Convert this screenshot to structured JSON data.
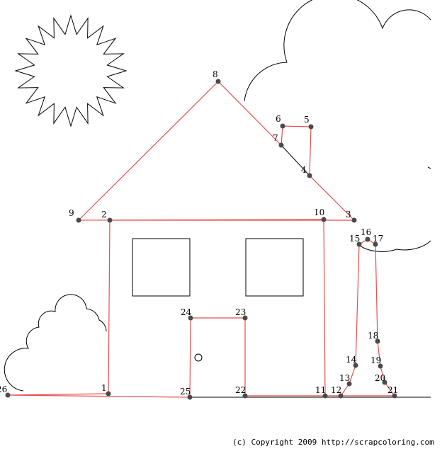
{
  "copyright": "(c) Copyright 2009 http://scrapcoloring.com",
  "colors": {
    "line": "#e03030",
    "dot": "#4a4a4a",
    "outline": "#000000"
  },
  "dots": [
    {
      "n": "1"
    },
    {
      "n": "2"
    },
    {
      "n": "3"
    },
    {
      "n": "4"
    },
    {
      "n": "5"
    },
    {
      "n": "6"
    },
    {
      "n": "7"
    },
    {
      "n": "8"
    },
    {
      "n": "9"
    },
    {
      "n": "10"
    },
    {
      "n": "11"
    },
    {
      "n": "12"
    },
    {
      "n": "13"
    },
    {
      "n": "14"
    },
    {
      "n": "15"
    },
    {
      "n": "16"
    },
    {
      "n": "17"
    },
    {
      "n": "18"
    },
    {
      "n": "19"
    },
    {
      "n": "20"
    },
    {
      "n": "21"
    },
    {
      "n": "22"
    },
    {
      "n": "23"
    },
    {
      "n": "24"
    },
    {
      "n": "25"
    },
    {
      "n": "26"
    }
  ]
}
